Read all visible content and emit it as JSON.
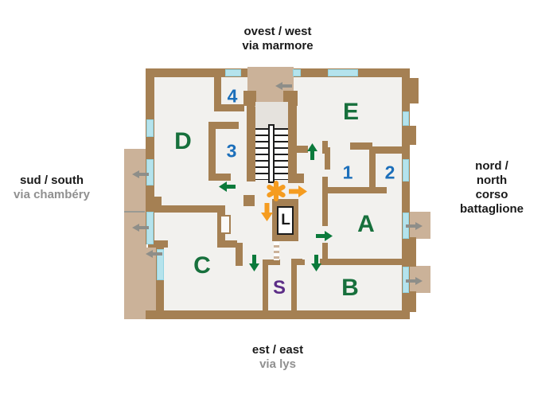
{
  "streets": {
    "west": {
      "direction": "ovest / west",
      "name": "via marmore"
    },
    "north": {
      "direction": "nord / north",
      "name": "corso battaglione"
    },
    "south": {
      "direction": "sud / south",
      "name": "via chambéry"
    },
    "east": {
      "direction": "est / east",
      "name": "via lys"
    }
  },
  "apartments": [
    {
      "label": "A"
    },
    {
      "label": "B"
    },
    {
      "label": "C"
    },
    {
      "label": "D"
    },
    {
      "label": "E"
    }
  ],
  "rooms": [
    {
      "label": "1"
    },
    {
      "label": "2"
    },
    {
      "label": "3"
    },
    {
      "label": "4"
    }
  ],
  "elevator": {
    "label": "L"
  },
  "service_room": {
    "label": "S"
  },
  "colors": {
    "wall": "#a58053",
    "balcony": "#cbb299",
    "floor": "#f2f1ee",
    "window": "#b5e3ec",
    "apartment_letter": "#17703c",
    "room_number": "#1c6fba",
    "service_letter": "#5c2d87",
    "elevator_letter": "#1a1a1a",
    "arrow_green": "#0b7a3b",
    "arrow_orange": "#f59c20",
    "arrow_gray": "#8e8e89",
    "street_secondary_text": "#909090"
  }
}
